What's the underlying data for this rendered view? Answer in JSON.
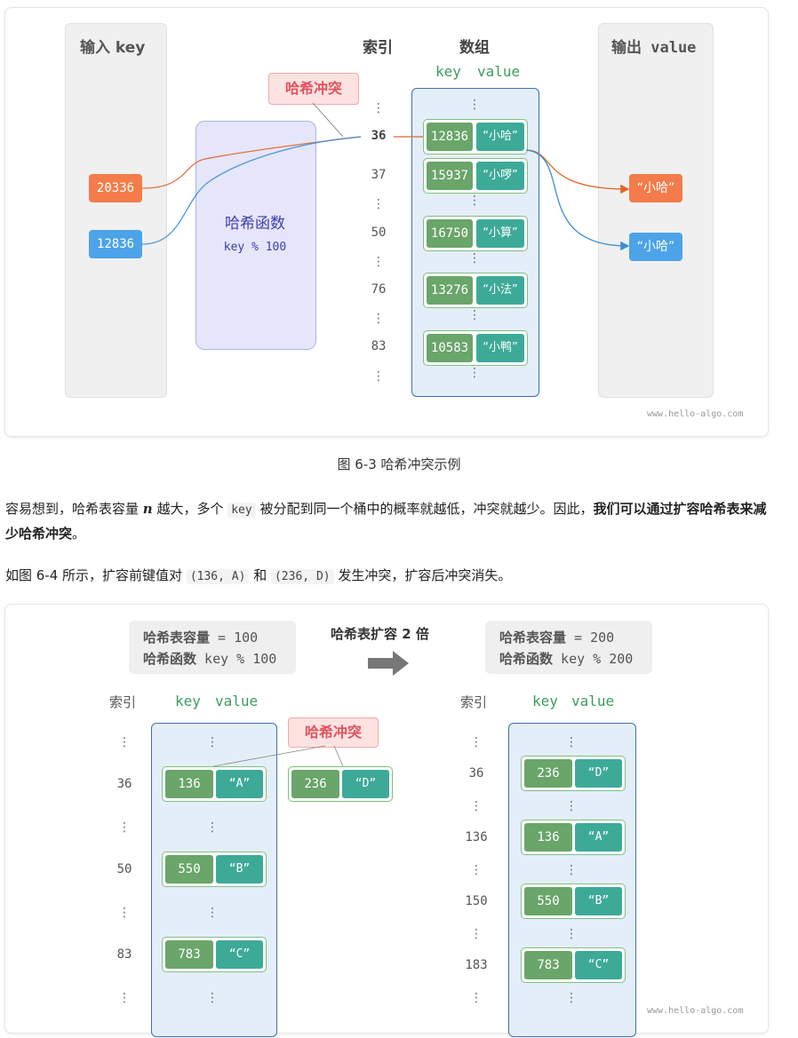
{
  "fig1": {
    "input_title": "输入 key",
    "output_title": "输出 value",
    "index_head": "索引",
    "array_head": "数组",
    "key_head": "key",
    "value_head": "value",
    "conflict": "哈希冲突",
    "hash_title": "哈希函数",
    "hash_formula": "key % 100",
    "inputs": [
      "20336",
      "12836"
    ],
    "indices": [
      "36",
      "37",
      "50",
      "76",
      "83"
    ],
    "entries": [
      {
        "key": "12836",
        "value": "“小哈”"
      },
      {
        "key": "15937",
        "value": "“小啰”"
      },
      {
        "key": "16750",
        "value": "“小算”"
      },
      {
        "key": "13276",
        "value": "“小法”"
      },
      {
        "key": "10583",
        "value": "“小鸭”"
      }
    ],
    "outputs": [
      "“小哈”",
      "“小哈”"
    ],
    "dots": "⋮",
    "watermark": "www.hello-algo.com",
    "colors": {
      "orange": "#f47c4a",
      "blue": "#4da3e8"
    }
  },
  "caption": "图 6-3 哈希冲突示例",
  "para1": {
    "a": "容易想到，哈希表容量 ",
    "n": "n",
    "b": " 越大，多个 ",
    "code": "key",
    "c": " 被分配到同一个桶中的概率就越低，冲突就越少。因此，",
    "bold": "我们可以通过扩容哈希表来减少哈希冲突",
    "d": "。"
  },
  "para2": {
    "a": "如图 6-4 所示，扩容前键值对 ",
    "code1": "(136, A)",
    "b": " 和 ",
    "code2": "(236, D)",
    "c": " 发生冲突，扩容后冲突消失。"
  },
  "fig2": {
    "left_info": {
      "cap_label": "哈希表容量",
      "cap_val": " = 100",
      "fn_label": "哈希函数",
      "fn_val": " key % 100"
    },
    "right_info": {
      "cap_label": "哈希表容量",
      "cap_val": " = 200",
      "fn_label": "哈希函数",
      "fn_val": " key % 200"
    },
    "expand": "哈希表扩容 2 倍",
    "index_head": "索引",
    "key_head": "key",
    "value_head": "value",
    "conflict": "哈希冲突",
    "left_indices": [
      "36",
      "50",
      "83"
    ],
    "left_entries": [
      {
        "key": "136",
        "value": "“A”"
      },
      {
        "key": "550",
        "value": "“B”"
      },
      {
        "key": "783",
        "value": "“C”"
      }
    ],
    "extra_entry": {
      "key": "236",
      "value": "“D”"
    },
    "right_indices": [
      "36",
      "136",
      "150",
      "183"
    ],
    "right_entries": [
      {
        "key": "236",
        "value": "“D”"
      },
      {
        "key": "136",
        "value": "“A”"
      },
      {
        "key": "550",
        "value": "“B”"
      },
      {
        "key": "783",
        "value": "“C”"
      }
    ],
    "dots": "⋮",
    "watermark": "www.hello-algo.com"
  }
}
